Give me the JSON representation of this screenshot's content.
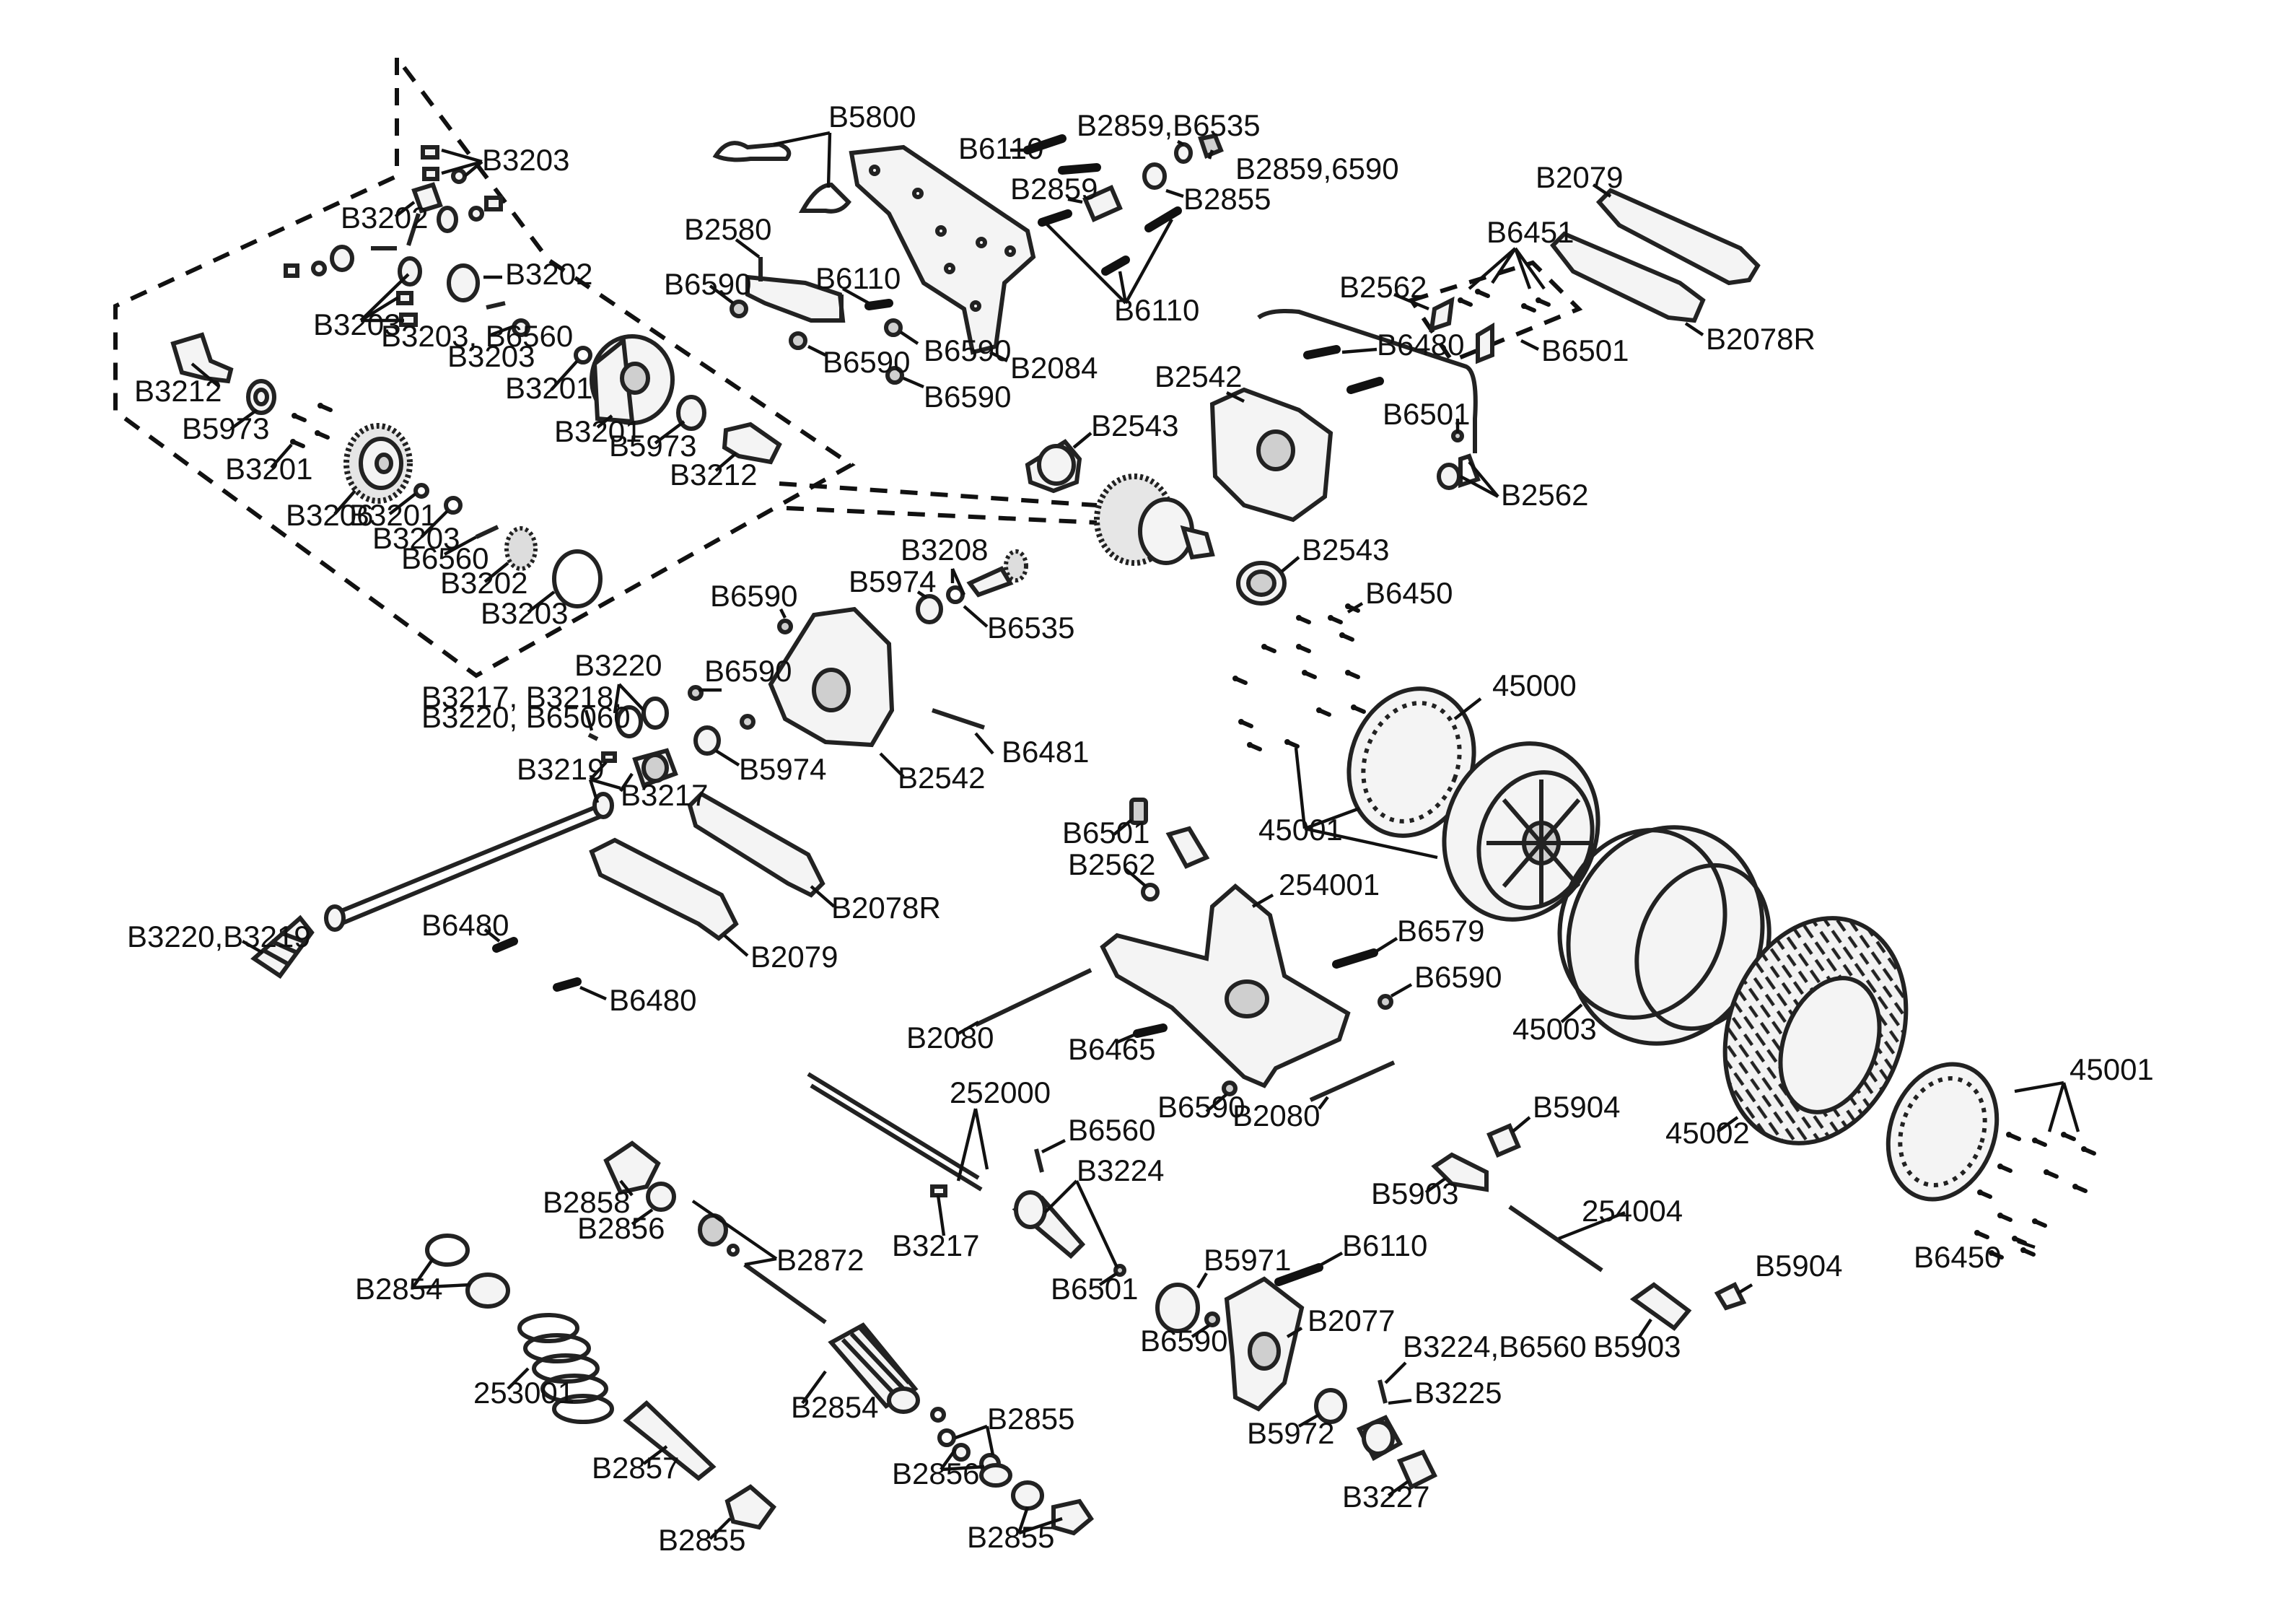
{
  "labels": {
    "l1": "B3203",
    "l2": "B3202",
    "l3": "B3202",
    "l4": "B3203",
    "l5": "B3203, B6560",
    "l6": "B3203",
    "l7": "B3212",
    "l8": "B5973",
    "l9": "B3201",
    "l10": "B3201",
    "l11": "B3201",
    "l12": "B5973",
    "l13": "B3212",
    "l14": "B3206",
    "l15": "B3201",
    "l16": "B3203",
    "l17": "B6560",
    "l18": "B3202",
    "l19": "B3203",
    "l20": "B5800",
    "l21": "B6110",
    "l22": "B2859,B6535",
    "l23": "B2859,6590",
    "l24": "B2859",
    "l25": "B2855",
    "l26": "B2580",
    "l27": "B6590",
    "l28": "B6110",
    "l29": "B6590",
    "l30": "B6590",
    "l31": "B6590",
    "l32": "B2084",
    "l33": "B6110",
    "l34": "B2079",
    "l35": "B6451",
    "l36": "B2562",
    "l37": "B6480",
    "l38": "B6501",
    "l39": "B2078R",
    "l40": "B2542",
    "l41": "B6501",
    "l42": "B2562",
    "l43": "B2543",
    "l44": "B2543",
    "l45": "B3208",
    "l46": "B5974",
    "l47": "B6535",
    "l48": "B6590",
    "l49": "B6450",
    "l50": "B3220",
    "l51": "B6590",
    "l52": "B3217, B3218,",
    "l53": "B3220, B65060",
    "l54": "B5974",
    "l55": "B6481",
    "l56": "B2542",
    "l57": "45000",
    "l58": "B3219",
    "l59": "B3217",
    "l60": "45001",
    "l61": "B6501",
    "l62": "B2562",
    "l63": "B2078R",
    "l64": "254001",
    "l65": "B3220,B3219",
    "l66": "B6480",
    "l67": "B2079",
    "l68": "B6579",
    "l69": "B6590",
    "l70": "B6480",
    "l71": "45003",
    "l72": "B2080",
    "l73": "B6465",
    "l74": "45001",
    "l75": "252000",
    "l76": "B6560",
    "l77": "B6590",
    "l78": "B2080",
    "l79": "B5904",
    "l80": "45002",
    "l81": "B3224",
    "l82": "B2858",
    "l83": "B5903",
    "l84": "254004",
    "l85": "B2856",
    "l86": "B2872",
    "l87": "B3217",
    "l88": "B5971",
    "l89": "B6110",
    "l90": "B6450",
    "l91": "B2854",
    "l92": "B6501",
    "l93": "B5904",
    "l94": "B2077",
    "l95": "B6590",
    "l96": "B5903",
    "l97": "B3224,B6560",
    "l98": "253001",
    "l99": "B3225",
    "l100": "B2854",
    "l101": "B2855",
    "l102": "B5972",
    "l103": "B2857",
    "l104": "B2856",
    "l105": "B3227",
    "l106": "B2855",
    "l107": "B2855"
  }
}
